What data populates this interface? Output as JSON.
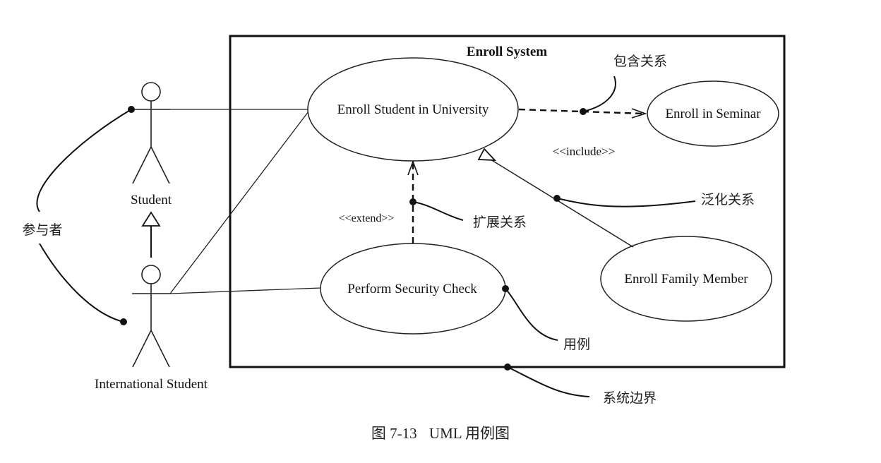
{
  "system": {
    "title": "Enroll System"
  },
  "actors": [
    {
      "id": "student",
      "label": "Student"
    },
    {
      "id": "international",
      "label": "International Student"
    }
  ],
  "use_cases": [
    {
      "id": "enroll_univ",
      "label": "Enroll Student in University"
    },
    {
      "id": "enroll_seminar",
      "label": "Enroll in Seminar"
    },
    {
      "id": "security",
      "label": "Perform Security Check"
    },
    {
      "id": "family",
      "label": "Enroll Family Member"
    }
  ],
  "stereotypes": {
    "include": "<<include>>",
    "extend": "<<extend>>"
  },
  "annotations": {
    "actor": "参与者",
    "include_rel": "包含关系",
    "generalization_rel": "泛化关系",
    "extend_rel": "扩展关系",
    "use_case": "用例",
    "system_boundary": "系统边界"
  },
  "relationships": [
    {
      "type": "association",
      "from": "Student",
      "to": "Enroll Student in University"
    },
    {
      "type": "association",
      "from": "International Student",
      "to": "Enroll Student in University"
    },
    {
      "type": "association",
      "from": "International Student",
      "to": "Perform Security Check"
    },
    {
      "type": "generalization",
      "from": "International Student",
      "to": "Student"
    },
    {
      "type": "include",
      "from": "Enroll Student in University",
      "to": "Enroll in Seminar"
    },
    {
      "type": "extend",
      "from": "Perform Security Check",
      "to": "Enroll Student in University"
    },
    {
      "type": "generalization",
      "from": "Enroll Family Member",
      "to": "Enroll Student in University"
    }
  ],
  "caption": {
    "figure_no": "图 7-13",
    "title": "UML 用例图"
  }
}
